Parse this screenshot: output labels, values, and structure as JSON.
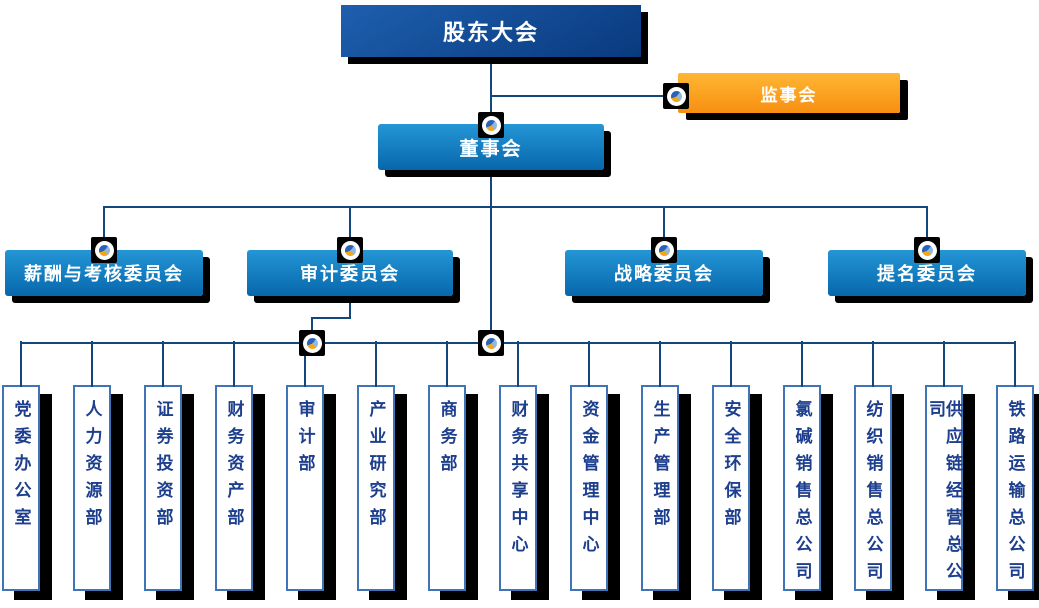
{
  "org": {
    "root": "股东大会",
    "supervisory": "监事会",
    "board": "董事会",
    "committees": [
      "薪酬与考核委员会",
      "审计委员会",
      "战略委员会",
      "提名委员会"
    ],
    "departments": [
      "党委办公室",
      "人力资源部",
      "证券投资部",
      "财务资产部",
      "审计部",
      "产业研究部",
      "商务部",
      "财务共享中心",
      "资金管理中心",
      "生产管理部",
      "安全环保部",
      "氯碱销售总公司",
      "纺织销售总公司",
      "供应链经营总公司",
      "铁路运输总公司"
    ]
  },
  "icons": {
    "junction": "pie-logo-icon"
  },
  "colors": {
    "root_top": "#1e5fae",
    "root_bottom": "#093a7e",
    "node_top": "#2496d5",
    "node_bottom": "#0767ac",
    "orange_top": "#ffb733",
    "orange_bottom": "#f78f12",
    "line_color": "#12477e",
    "dept_border": "#3f74b8",
    "dept_text": "#1d3f8e",
    "shadow_color": "#000000"
  }
}
